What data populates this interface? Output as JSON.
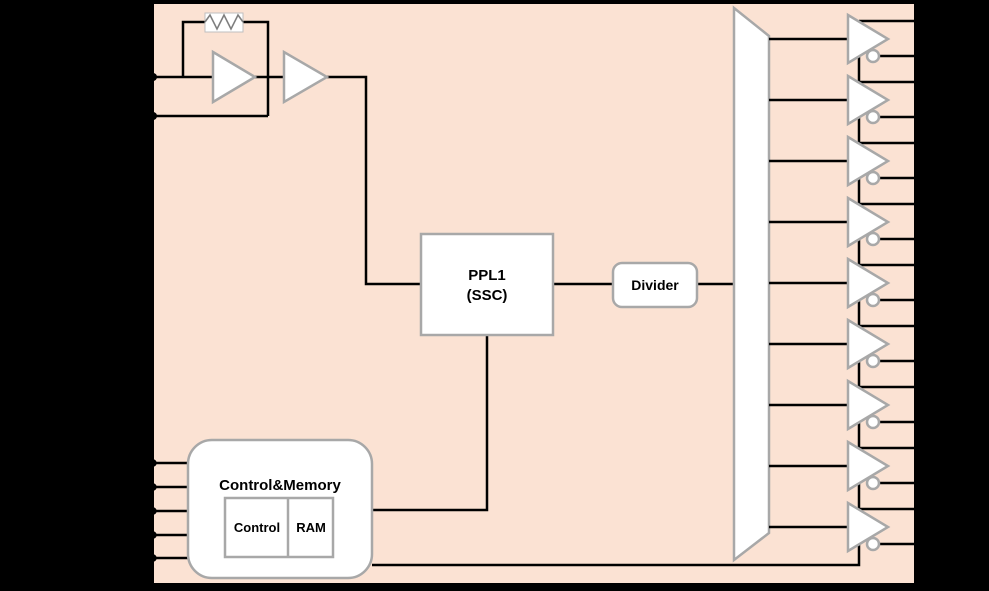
{
  "chip": {
    "background": "#000000",
    "fill": "#FBE2D3",
    "wire_color": "#000000",
    "block_fill": "#FFFFFF",
    "block_stroke": "#A8A8A8",
    "blocks": {
      "pll": {
        "name_line1": "PPL1",
        "name_line2": "(SSC)"
      },
      "divider": {
        "label": "Divider"
      },
      "control_memory": {
        "title": "Control&Memory",
        "sub_blocks": [
          {
            "label": "Control"
          },
          {
            "label": "RAM"
          }
        ]
      }
    },
    "oscillator": {
      "crystal_pin_count": 2
    },
    "control_pin_count": 5,
    "fanout": {
      "buffer_count": 9,
      "outputs_per_buffer": 2
    }
  }
}
